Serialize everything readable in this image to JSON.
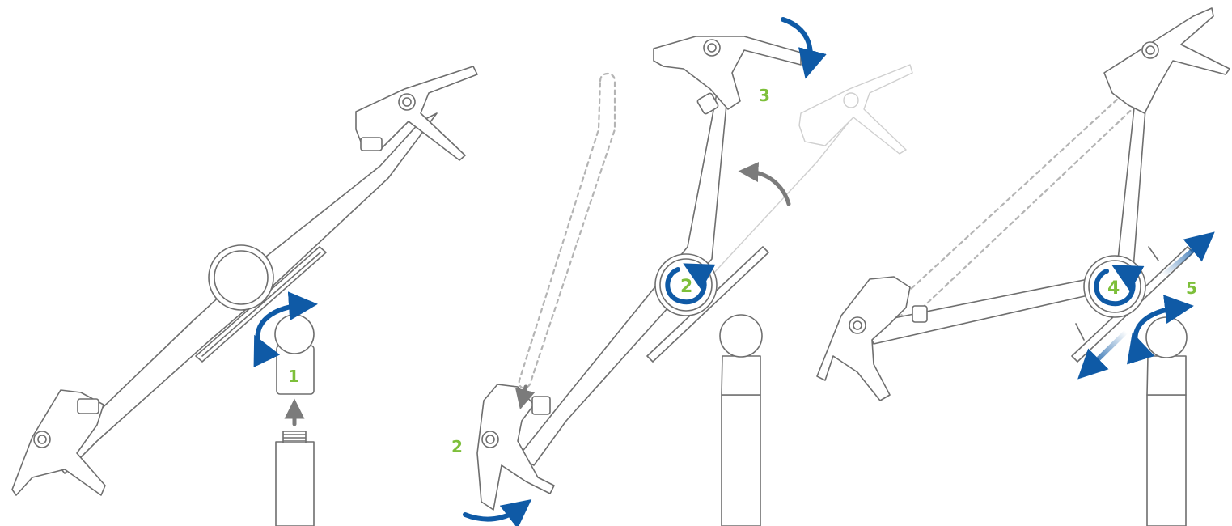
{
  "colors": {
    "arrow_blue": "#0f5aa6",
    "arrow_grey": "#7b7b7b",
    "step_green": "#7dbf3a",
    "outline": "#6e6e6e"
  },
  "steps": {
    "step1": "1",
    "step2_lower": "2",
    "step2_knob": "2",
    "step3": "3",
    "step4": "4",
    "step5": "5"
  },
  "icons": {
    "rotate": "rotate-arrow-icon",
    "lift": "up-arrow-icon",
    "slide": "slide-arrow-icon"
  }
}
